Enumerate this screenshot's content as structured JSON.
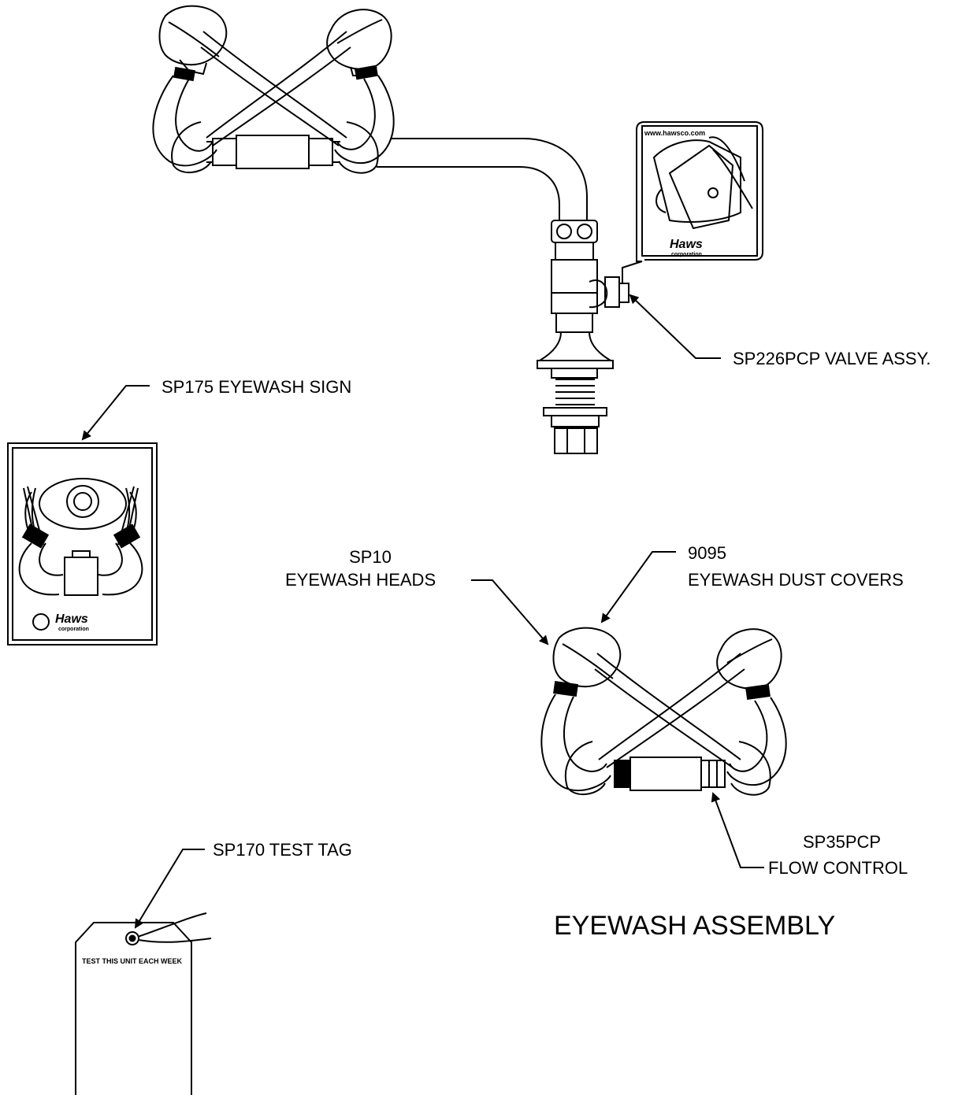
{
  "labels": {
    "valve": "SP226PCP VALVE ASSY.",
    "sign": "SP175 EYEWASH SIGN",
    "heads_line1": "SP10",
    "heads_line2": "EYEWASH HEADS",
    "covers_line1": "9095",
    "covers_line2": "EYEWASH DUST COVERS",
    "flow_line1": "SP35PCP",
    "flow_line2": "FLOW CONTROL",
    "tag": "SP170 TEST TAG",
    "assembly_title": "EYEWASH ASSEMBLY"
  },
  "tag_text": "TEST THIS UNIT EACH WEEK",
  "instruction_card_url": "www.hawsco.com",
  "brand_mark": "Haws",
  "brand_sub": "corporation"
}
